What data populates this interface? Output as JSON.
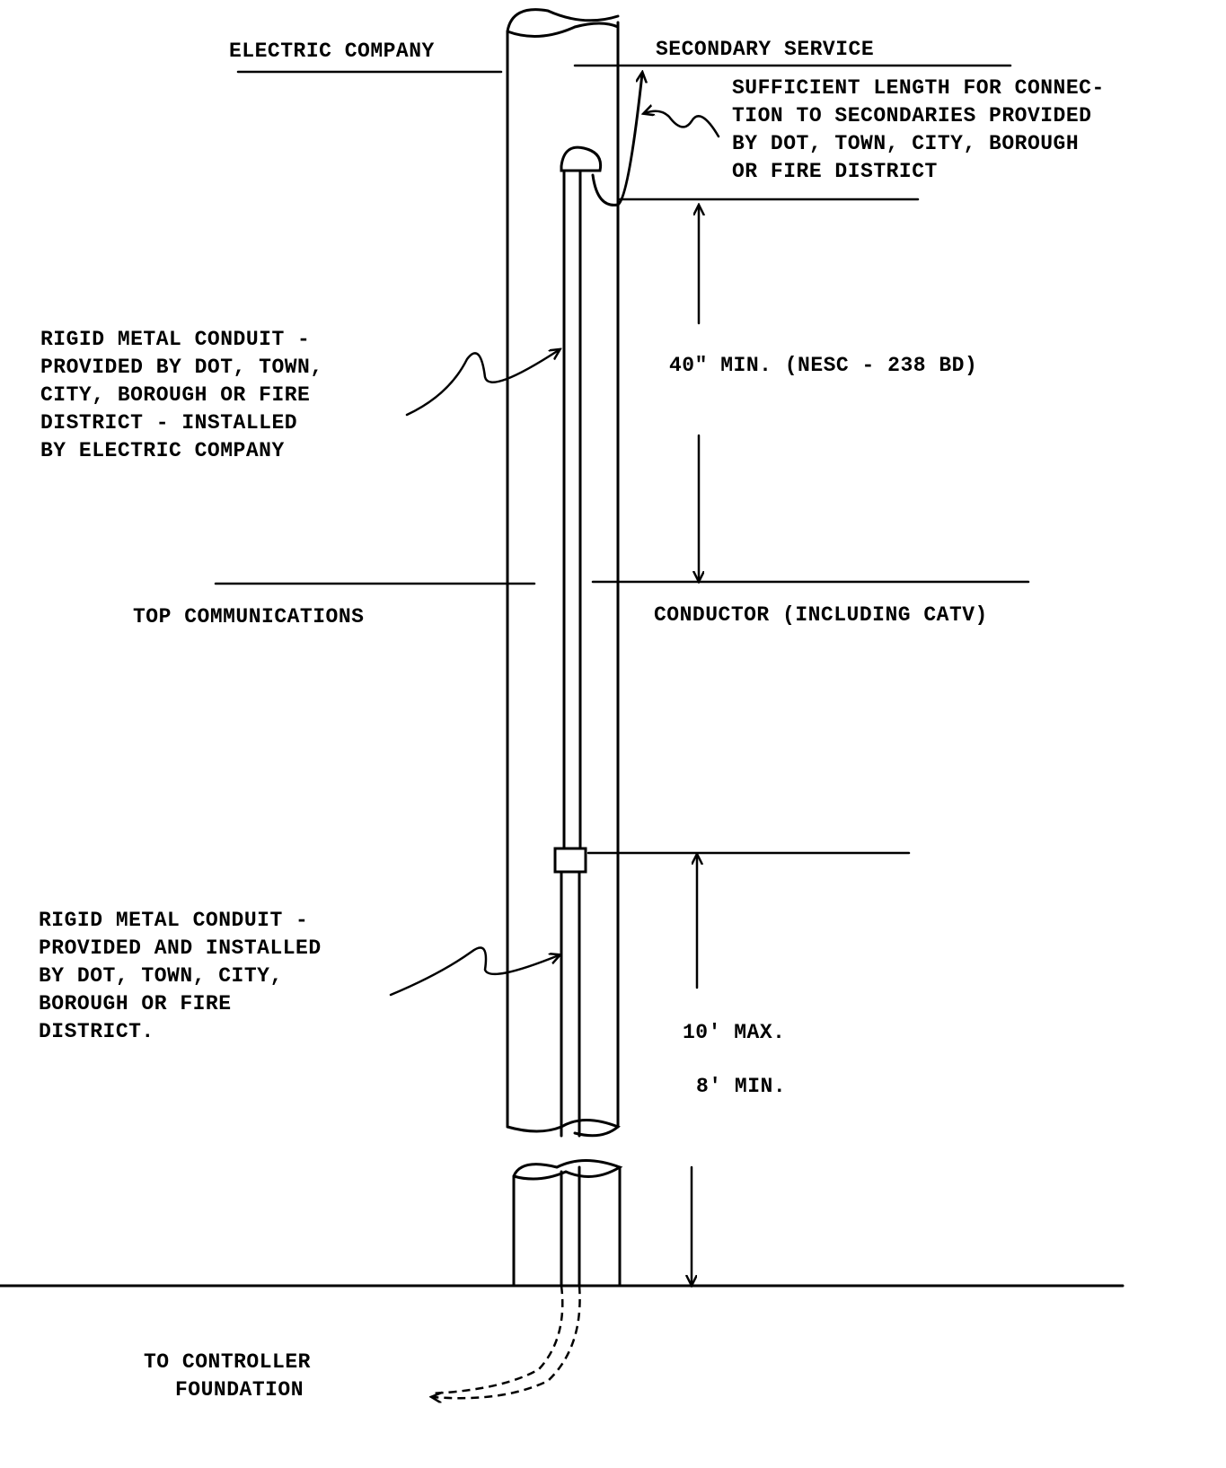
{
  "labels": {
    "electric_company": "ELECTRIC COMPANY",
    "secondary_service": "SECONDARY SERVICE",
    "sufficient_length": [
      "SUFFICIENT LENGTH FOR CONNEC-",
      "TION TO SECONDARIES PROVIDED",
      "BY DOT, TOWN, CITY, BOROUGH",
      "OR FIRE DISTRICT"
    ],
    "upper_conduit": [
      "RIGID METAL CONDUIT -",
      "PROVIDED BY DOT, TOWN,",
      "CITY, BOROUGH OR FIRE",
      "DISTRICT - INSTALLED",
      "BY ELECTRIC COMPANY"
    ],
    "clearance_40": "40\" MIN. (NESC - 238 BD)",
    "top_communications": "TOP COMMUNICATIONS",
    "conductor": "CONDUCTOR (INCLUDING CATV)",
    "lower_conduit": [
      "RIGID METAL CONDUIT -",
      "PROVIDED AND INSTALLED",
      "BY DOT, TOWN, CITY,",
      "BOROUGH OR FIRE",
      "DISTRICT."
    ],
    "max_10": "10' MAX.",
    "min_8": "8' MIN.",
    "to_controller": [
      "TO CONTROLLER",
      "FOUNDATION"
    ]
  }
}
